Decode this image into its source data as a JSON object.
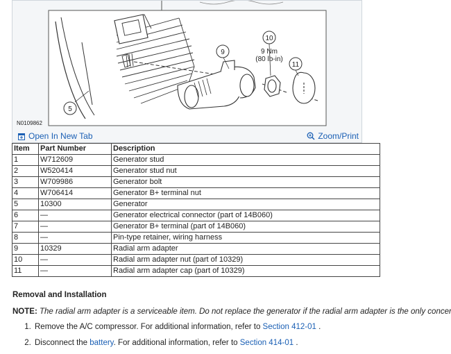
{
  "figure": {
    "code": "N0109862",
    "callouts": {
      "c5": "5",
      "c9": "9",
      "c10": "10",
      "c11": "11",
      "torque_nm": "9 Nm",
      "torque_lbin": "(80 lb-in)"
    },
    "open_tab_label": "Open In New Tab",
    "zoom_label": "Zoom/Print"
  },
  "parts_table": {
    "headers": [
      "Item",
      "Part Number",
      "Description"
    ],
    "rows": [
      [
        "1",
        "W712609",
        "Generator stud"
      ],
      [
        "2",
        "W520414",
        "Generator stud nut"
      ],
      [
        "3",
        "W709986",
        "Generator bolt"
      ],
      [
        "4",
        "W706414",
        "Generator B+ terminal nut"
      ],
      [
        "5",
        "10300",
        "Generator"
      ],
      [
        "6",
        "—",
        "Generator electrical connector (part of 14B060)"
      ],
      [
        "7",
        "—",
        "Generator B+ terminal (part of 14B060)"
      ],
      [
        "8",
        "—",
        "Pin-type retainer, wiring harness"
      ],
      [
        "9",
        "10329",
        "Radial arm adapter"
      ],
      [
        "10",
        "—",
        "Radial arm adapter nut (part of 10329)"
      ],
      [
        "11",
        "—",
        "Radial arm adapter cap (part of 10329)"
      ]
    ]
  },
  "section": {
    "heading": "Removal and Installation",
    "note_label": "NOTE:",
    "note_text": "The radial arm adapter is a serviceable item. Do not replace the generator if the radial arm adapter is the only concern."
  },
  "steps": [
    {
      "before": "Remove the A/C compressor. For additional information, refer to ",
      "link": "Section  412-01",
      "after": " ."
    },
    {
      "before": "Disconnect the ",
      "link_mid": "battery",
      "middle": ". For additional information, refer to ",
      "link": "Section  414-01",
      "after": " ."
    }
  ],
  "colors": {
    "link": "#1a5fb4",
    "frame_bg": "#f4f6f8",
    "border": "#444444"
  }
}
